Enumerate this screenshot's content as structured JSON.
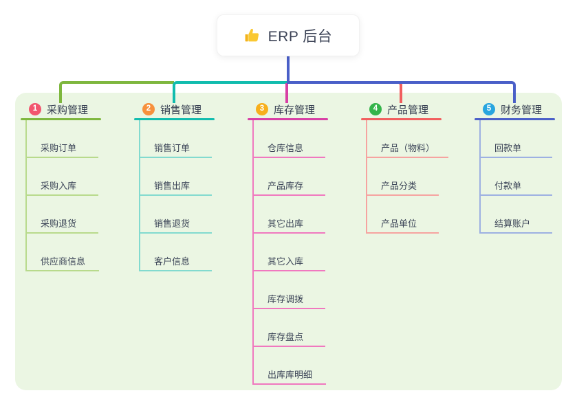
{
  "root": {
    "title": "ERP 后台",
    "icon": "thumbs-up-icon",
    "stem_color": "#4a5fc8"
  },
  "canvas": {
    "page_bg": "#ffffff",
    "panel_bg": "#ebf6e3"
  },
  "branches": [
    {
      "num": "1",
      "label": "采购管理",
      "badge_color": "#f2566e",
      "line_color": "#7eb73e",
      "child_line_color": "#b8da8c",
      "children": [
        "采购订单",
        "采购入库",
        "采购退货",
        "供应商信息"
      ]
    },
    {
      "num": "2",
      "label": "销售管理",
      "badge_color": "#f7913d",
      "line_color": "#11bcae",
      "child_line_color": "#82dacf",
      "children": [
        "销售订单",
        "销售出库",
        "销售退货",
        "客户信息"
      ]
    },
    {
      "num": "3",
      "label": "库存管理",
      "badge_color": "#f7af1c",
      "line_color": "#d83fa5",
      "child_line_color": "#f078bf",
      "children": [
        "仓库信息",
        "产品库存",
        "其它出库",
        "其它入库",
        "库存调拨",
        "库存盘点",
        "出库库明细"
      ]
    },
    {
      "num": "4",
      "label": "产品管理",
      "badge_color": "#34b44a",
      "line_color": "#f15e5e",
      "child_line_color": "#f6a3a0",
      "children": [
        "产品（物料）",
        "产品分类",
        "产品单位"
      ]
    },
    {
      "num": "5",
      "label": "财务管理",
      "badge_color": "#28a5df",
      "line_color": "#4a5fc8",
      "child_line_color": "#9db0e2",
      "children": [
        "回款单",
        "付款单",
        "结算账户"
      ]
    }
  ]
}
